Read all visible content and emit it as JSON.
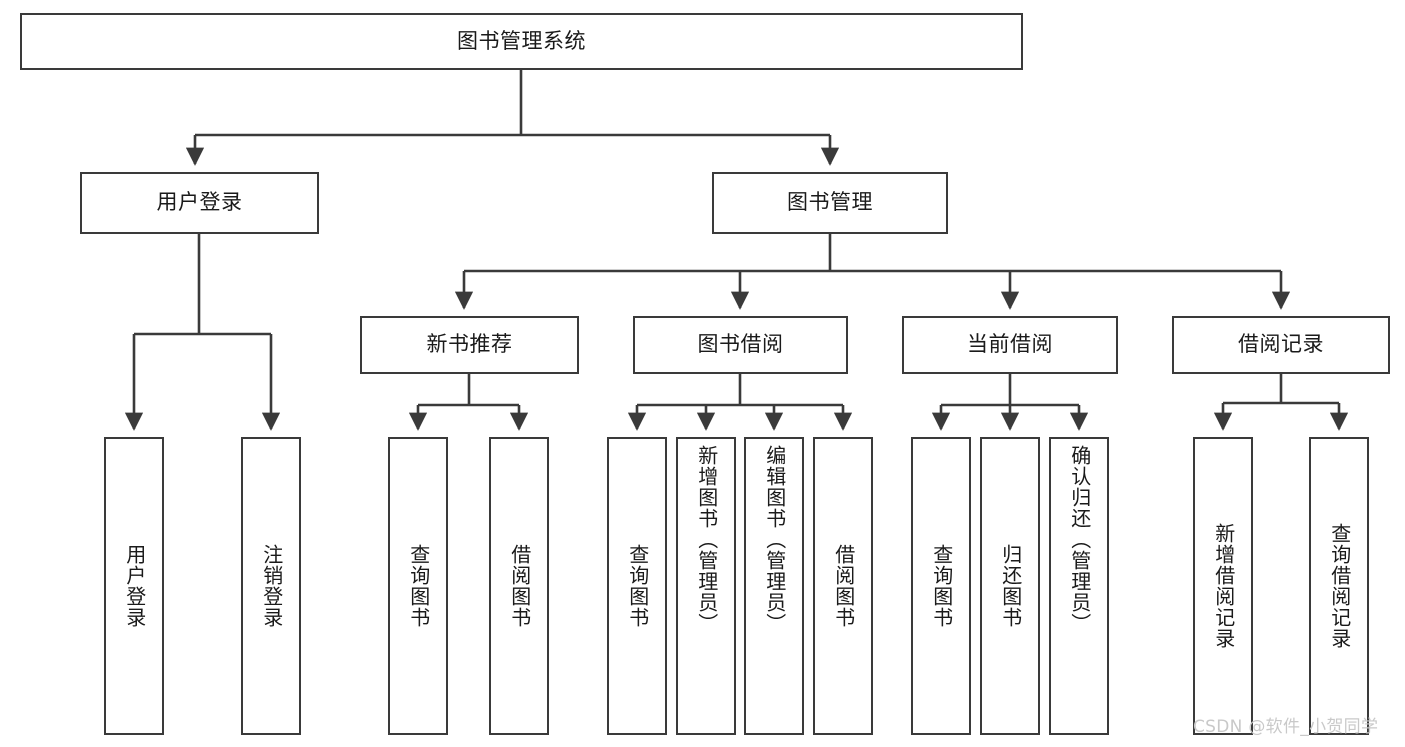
{
  "diagram": {
    "title": "图书管理系统",
    "type": "hierarchy-tree",
    "watermark": "CSDN @软件_小贺同学",
    "colors": {
      "background": "#ffffff",
      "box_border": "#3a3a3a",
      "box_fill": "#ffffff",
      "text": "#1a1a1a",
      "edge": "#3a3a3a",
      "watermark": "#c9c9c9"
    },
    "root": {
      "id": "root",
      "label": "图书管理系统"
    },
    "level2": [
      {
        "id": "user-login",
        "label": "用户登录"
      },
      {
        "id": "book-manage",
        "label": "图书管理"
      }
    ],
    "level3": [
      {
        "id": "new-book-recommend",
        "label": "新书推荐",
        "parent": "book-manage"
      },
      {
        "id": "book-borrow",
        "label": "图书借阅",
        "parent": "book-manage"
      },
      {
        "id": "current-borrow",
        "label": "当前借阅",
        "parent": "book-manage"
      },
      {
        "id": "borrow-record",
        "label": "借阅记录",
        "parent": "book-manage"
      }
    ],
    "leaves": {
      "user_login": [
        {
          "id": "leaf-user-login",
          "label": "用户登录"
        },
        {
          "id": "leaf-logout",
          "label": "注销登录"
        }
      ],
      "new_book_recommend": [
        {
          "id": "leaf-query-book-1",
          "label": "查询图书"
        },
        {
          "id": "leaf-borrow-book-1",
          "label": "借阅图书"
        }
      ],
      "book_borrow": [
        {
          "id": "leaf-query-book-2",
          "label": "查询图书"
        },
        {
          "id": "leaf-add-book",
          "label": "新增图书（管理员）"
        },
        {
          "id": "leaf-edit-book",
          "label": "编辑图书（管理员）"
        },
        {
          "id": "leaf-borrow-book-2",
          "label": "借阅图书"
        }
      ],
      "current_borrow": [
        {
          "id": "leaf-query-book-3",
          "label": "查询图书"
        },
        {
          "id": "leaf-return-book",
          "label": "归还图书"
        },
        {
          "id": "leaf-confirm-return",
          "label": "确认归还（管理员）"
        }
      ],
      "borrow_record": [
        {
          "id": "leaf-add-record",
          "label": "新增借阅记录"
        },
        {
          "id": "leaf-query-record",
          "label": "查询借阅记录"
        }
      ]
    }
  }
}
